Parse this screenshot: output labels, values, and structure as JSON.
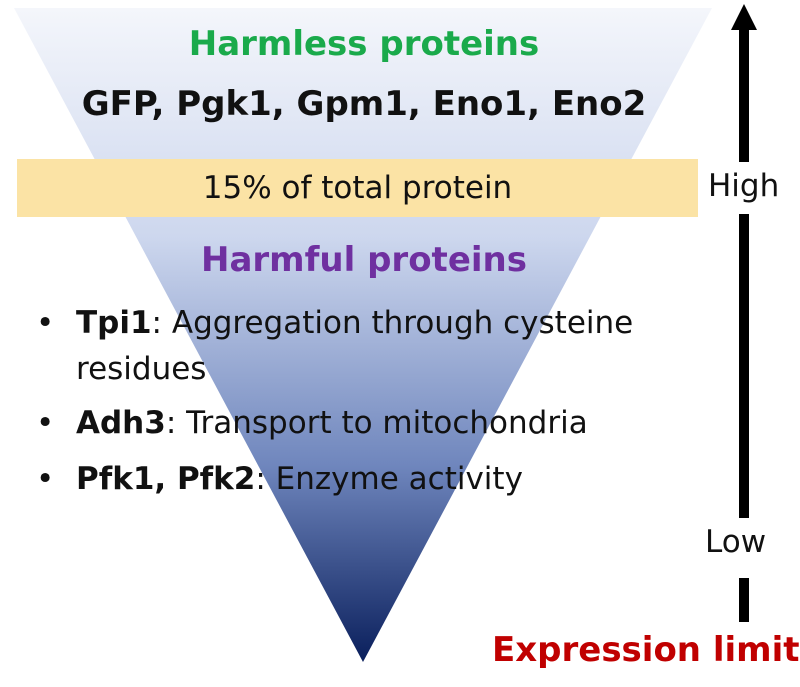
{
  "harmless": {
    "title": "Harmless proteins",
    "proteins": "GFP, Pgk1, Gpm1, Eno1, Eno2"
  },
  "threshold": {
    "label": "15% of total protein"
  },
  "harmful": {
    "title": "Harmful proteins",
    "items": [
      {
        "protein": "Tpi1",
        "sep": ": ",
        "desc": "Aggregation through cysteine",
        "desc2": "residues"
      },
      {
        "protein": "Adh3",
        "sep": ": ",
        "desc": "Transport to mitochondria"
      },
      {
        "protein": "Pfk1, Pfk2",
        "sep": ": ",
        "desc": "Enzyme activity"
      }
    ]
  },
  "axis": {
    "high_label": "High",
    "low_label": "Low",
    "limit_label": "Expression limit"
  },
  "colors": {
    "funnel_top": "#f4f6fb",
    "funnel_bottom": "#0a1f5c",
    "band": "#fbe3a5",
    "harmless_title": "#1aaa4b",
    "harmful_title": "#6f30a0",
    "expression_limit": "#c00000"
  },
  "icons": {
    "axis_arrow": "up-arrow-icon",
    "bullet": "bullet-dot-icon"
  }
}
